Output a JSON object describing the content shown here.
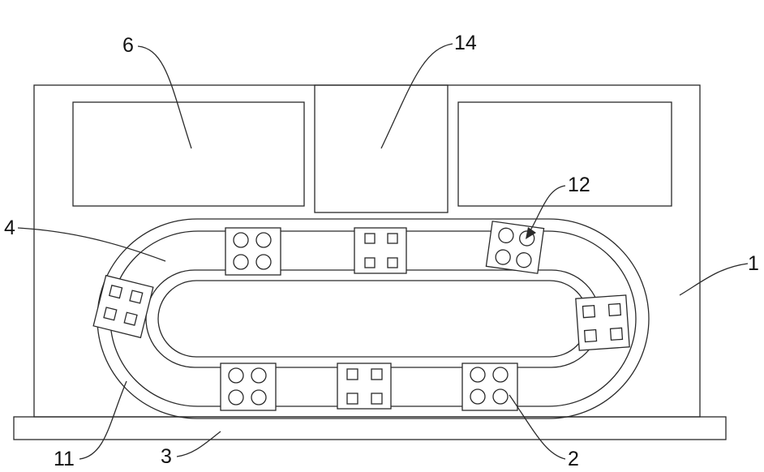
{
  "labels": {
    "l1": "1",
    "l2": "2",
    "l3": "3",
    "l4": "4",
    "l6": "6",
    "l11": "11",
    "l12": "12",
    "l14": "14"
  },
  "colors": {
    "line": "#2a2a2a",
    "background": "#ffffff"
  },
  "modules": {
    "round_holes": "circle-hole-module",
    "square_holes": "square-hole-module"
  }
}
